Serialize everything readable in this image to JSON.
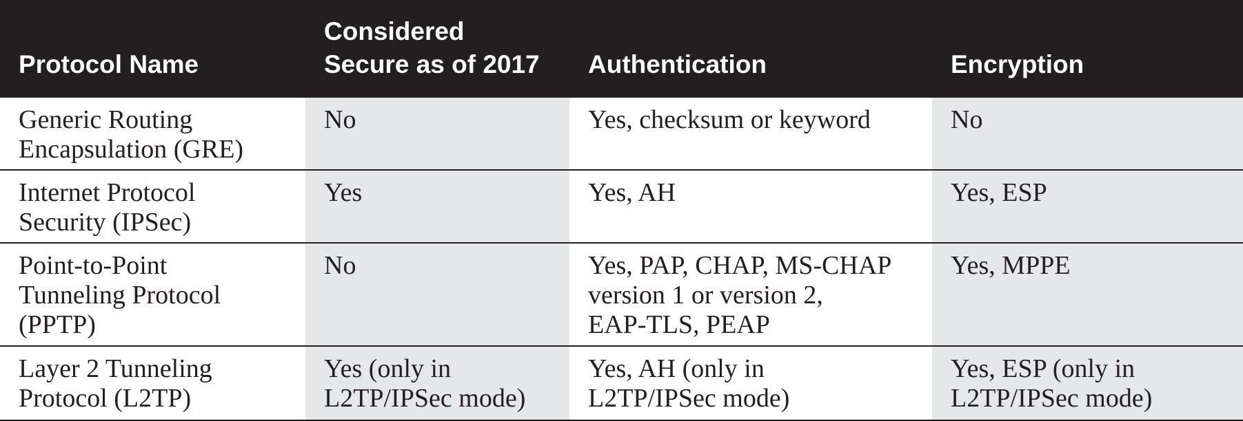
{
  "headers": [
    "Protocol Name",
    "Considered\nSecure as of 2017",
    "Authentication",
    "Encryption"
  ],
  "rows": [
    {
      "protocol": "Generic Routing\nEncapsulation (GRE)",
      "secure": "No",
      "authentication": "Yes, checksum or keyword",
      "encryption": "No"
    },
    {
      "protocol": "Internet Protocol\nSecurity (IPSec)",
      "secure": "Yes",
      "authentication": "Yes, AH",
      "encryption": "Yes, ESP"
    },
    {
      "protocol": "Point-to-Point\nTunneling Protocol\n(PPTP)",
      "secure": "No",
      "authentication": "Yes, PAP, CHAP, MS-CHAP\nversion 1 or version 2,\nEAP-TLS, PEAP",
      "encryption": "Yes, MPPE"
    },
    {
      "protocol": "Layer 2 Tunneling\nProtocol (L2TP)",
      "secure": "Yes (only in\nL2TP/IPSec mode)",
      "authentication": "Yes, AH (only in\nL2TP/IPSec mode)",
      "encryption": "Yes, ESP (only in\nL2TP/IPSec mode)"
    }
  ],
  "colors": {
    "header_bg": "#231f20",
    "header_text": "#ffffff",
    "body_text": "#231f20",
    "shaded_column_bg": "#e6e7e8",
    "white_column_bg": "#ffffff"
  }
}
